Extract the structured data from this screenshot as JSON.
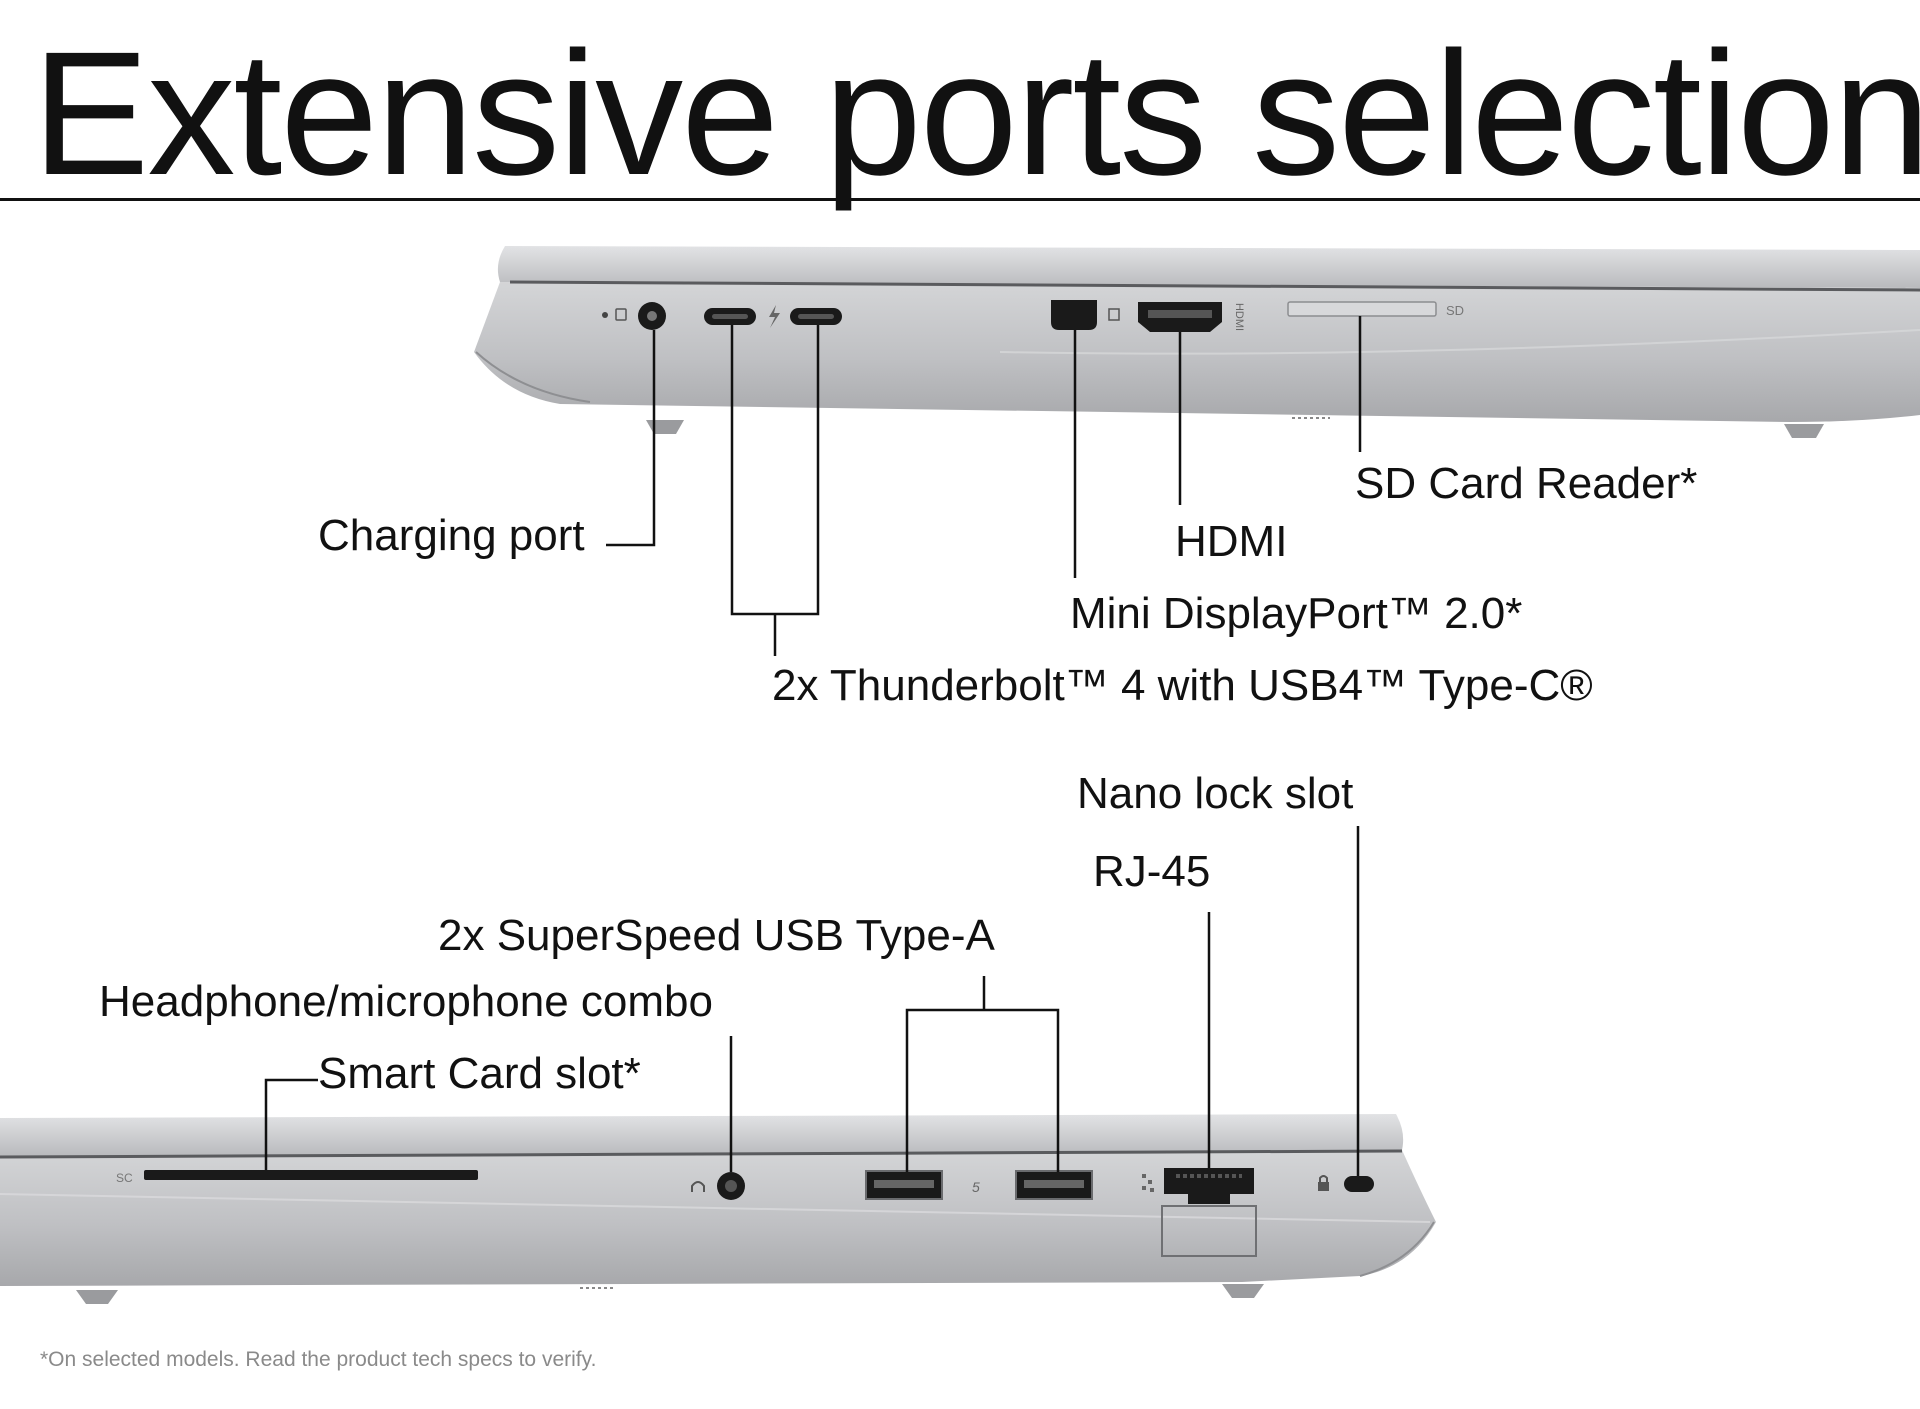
{
  "title": "Extensive ports selection",
  "right_side": {
    "labels": {
      "charging": "Charging port",
      "thunderbolt": "2x Thunderbolt™ 4 with USB4™ Type-C®",
      "minidp": "Mini DisplayPort™ 2.0*",
      "hdmi": "HDMI",
      "sd": "SD Card Reader*"
    },
    "engraved": {
      "hdmi": "HDMI",
      "sd": "SD"
    }
  },
  "left_side": {
    "labels": {
      "nano_lock": "Nano lock slot",
      "rj45": "RJ-45",
      "usb_a": "2x SuperSpeed USB Type-A",
      "audio": "Headphone/microphone combo",
      "smartcard": "Smart Card slot*"
    },
    "engraved": {
      "sc": "SC",
      "usb_ss": "5"
    }
  },
  "footnote": "*On selected models. Read the product tech specs to verify.",
  "colors": {
    "chassis": "#c4c5c7",
    "chassis_dark": "#a8a9ac",
    "port": "#1a1a1a",
    "leader": "#111111"
  }
}
